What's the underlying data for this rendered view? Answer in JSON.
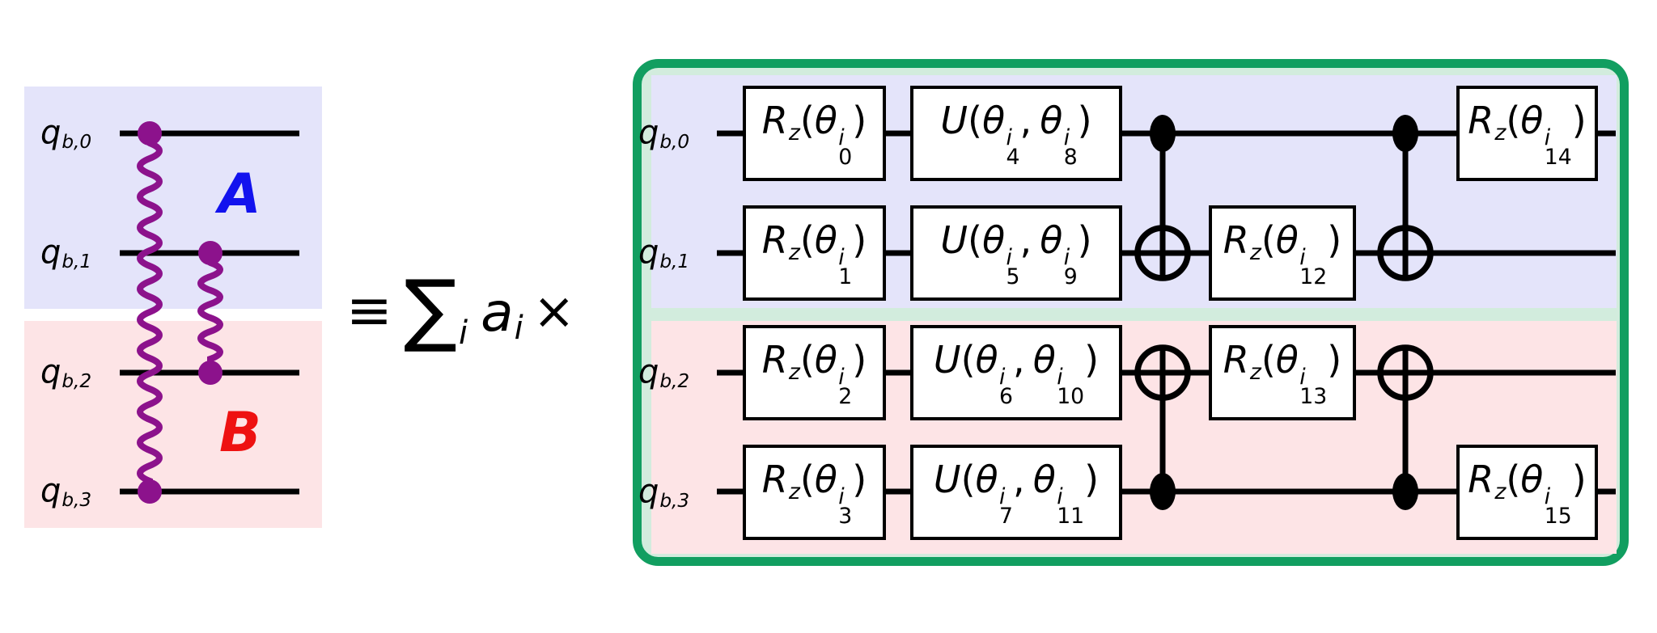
{
  "figure": {
    "left": {
      "qubit_labels": [
        "q_{b,0}",
        "q_{b,1}",
        "q_{b,2}",
        "q_{b,3}"
      ],
      "region_a_label": "A",
      "region_b_label": "B"
    },
    "equation": {
      "equiv": "≡",
      "sum": "∑",
      "sum_sub": "i",
      "coeff_base": "a",
      "coeff_sub": "i",
      "times": "×"
    },
    "right": {
      "qubit_labels": [
        "q_{b,0}",
        "q_{b,1}",
        "q_{b,2}",
        "q_{b,3}"
      ],
      "rz_first": [
        "R_z(θ^i_0)",
        "R_z(θ^i_1)",
        "R_z(θ^i_2)",
        "R_z(θ^i_3)"
      ],
      "u_gates": [
        "U(θ^i_4, θ^i_8)",
        "U(θ^i_5, θ^i_9)",
        "U(θ^i_6, θ^i_{10})",
        "U(θ^i_7, θ^i_{11})"
      ],
      "rz_mid": [
        "R_z(θ^i_{12})",
        "R_z(θ^i_{13})"
      ],
      "rz_last": [
        "R_z(θ^i_{14})",
        "R_z(θ^i_{15})"
      ]
    },
    "colors": {
      "region_a_fill": "#e4e4fa",
      "region_b_fill": "#fde4e6",
      "panel_border": "#119e60",
      "panel_fill": "#d2ecdd",
      "interaction_purple": "#8c128c",
      "label_a_blue": "#1212ee",
      "label_b_red": "#ee1111",
      "wire_black": "#000000"
    }
  }
}
